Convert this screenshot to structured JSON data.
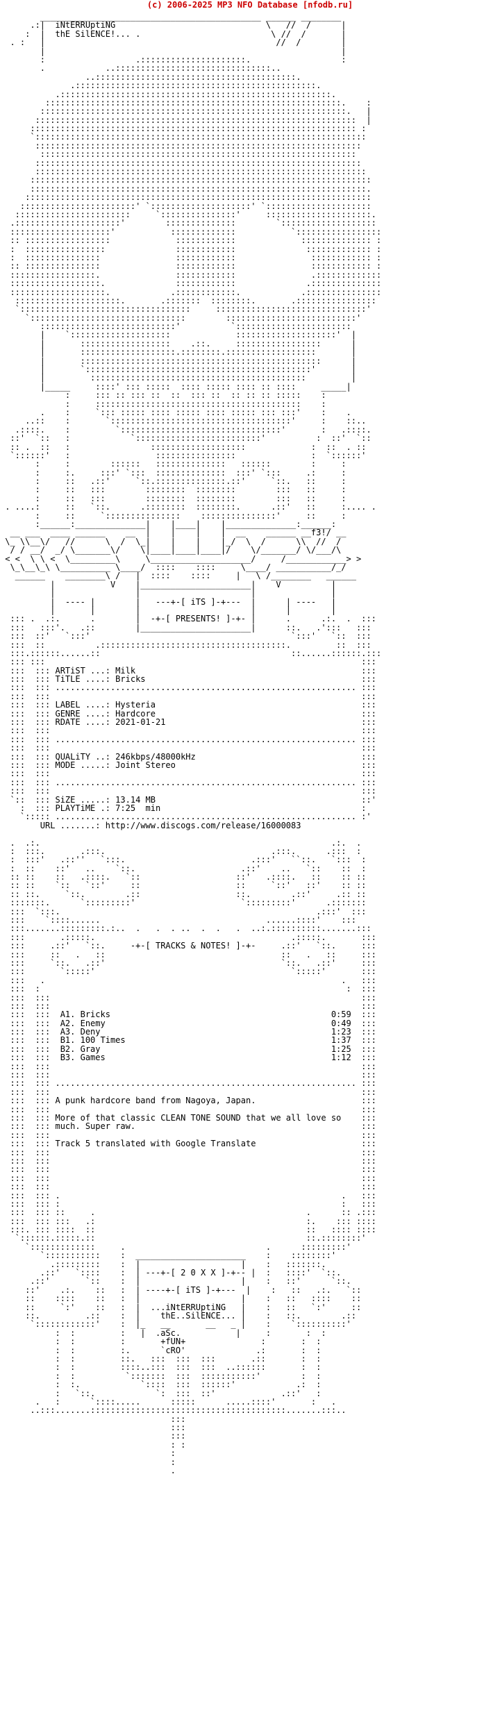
{
  "banner": "(c) 2006-2025 MP3 NFO Database [nfodb.ru]",
  "nfo_lines": [
    "        ____________________________________________ ______ ________",
    "      .:|  iNtERRUptiNG                              \\   //  /      |",
    "     :  |  thE SilENCE!... .                          \\ //  /       |",
    "  . :   |                                              //  /        |",
    "        |                                                           |",
    "        :                  .:::::::::::::::::::::.                  :",
    "        .            ..:::::::::::::::::::::::::::::::..",
    "                 ..::::::::::::::::::::::::::::::::::::::::.",
    "              .::::::::::::::::::::::::::::::::::::::::::::::::.",
    "           .::::::::::::::::::::::::::::::::::::::::::::::::::::::.",
    "         :::::::::::::::::::::::::::::::::::::::::::::::::::::::::::.    :",
    "        :::::::::::::::::::::::::::::::::::::::::::::::::::::::::::::.   |",
    "       ::::::::::::::::::::::::::::::::::::::::::::::::::::::::::::::::  |",
    "      ::::::::::::::::::::::::::::::::::::::::::::::::::::::::::::::::: :",
    "      `::::::::::::::::::::::::::::::::::::::::::::::::::::::::::::::::::",
    "       :::::::::::::::::::::::::::::::::::::::::::::::::::::::::::::::::",
    "        :::::::::::::::::::::::::::::::::::::::::::::::::::::::::::::::",
    "       :::::::::::::::::::::::::::::::::::::::::::::::::::::::::::::::::",
    "       ::::::::::::::::::::::::::::::::::::::::::::::::::::::::::::::::::",
    "      ::::::::::::::::::::::::::::::::::::::::::::::::::::::::::::::::::::",
    "      :::::::::::::::::::::::::::::::::::::::::::::::::::::::::::::::::::.",
    "     :::::::::::::::::::::::::::::::::::::::::::::::::::::::::::::::::::::",
    "    :::::::::::::::::::::::' `::::::::::::::::::::' `:::::::::::::::::::::",
    "   :::::::::::::::::::::::     `:::::::::::::::'     :::::::::::::::::::::.",
    "  .:::::::::::::::::::::'        ::::::::::::::        `:::::::::::::::::::",
    "  ::::::::::::::::::::'           :::::::::::::           `:::::::::::::::::",
    "  :: :::::::::::::::::             ::::::::::::             :::::::::::::: :",
    "  :  ::::::::::::::::              ::::::::::::              ::::::::::::: :",
    "  :  :::::::::::::::               ::::::::::::               :::::::::::: :",
    "  :: :::::::::::::::               ::::::::::::               :::::::::::: :",
    "  :::::::::::::::::.               ::::::::::::               .:::::::::::::",
    "  ::::::::::::::::::.              ::::::::::::              .::::::::::::::",
    "  :::::::::::::::::::.            .::::::::::::.            .:::::::::::::::",
    "   :::::::::::::::::::::.       .:::::::  ::::::::.       .::::::::::::::::",
    "   `::::::::::::::::::::::::::::::::::     ::::::::::::::::::::::::::::::'",
    "     `:::::::::::::::::::::::::::::::        ::::::::::::::::::::::::::'",
    "        :::::::::::::::::::::::::::'          `:::::::::::::::::::::::",
    "        |    `::::::::::::::::::::             ::::::::::::::::::::'  |",
    "        |       ::::::::::::::::::    .::.     :::::::::::::::::      |",
    "        |       :::::::::::::::::::.::::::::.::::::::::::::::::       |",
    "        |       ::::::::::::::::::::::::::::::::::::::::::::::::      |",
    "        |       `:::::::::::::::::::::::::::::::::::::::::::::'       |",
    "        |         :::::::::::::::::::::::::::::::::::::::::::         |",
    "        |_____     ::::' ::: :::::  :::: ::::: :::: :: ::::     _____|",
    "             :     ::: :: ::: ::  ::  ::: ::  :: :: :: :::::    :",
    "             :     :::::::::::::::::::::::::::::::::::::::::    :",
    "        .    :     `::: ::::: :::: ::::: :::: ::::: ::: :::'    :    .",
    "     ..::    :       `::::::::::::::::::::::::::::::::::::'     :    ::..",
    "   .::::.    :         `::::::::::::::::::::::::::::::::'       :   .::::.",
    "  ::'  `::   :            `:::::::::::::::::::::::::'          :  ::'  `::",
    "  :: .  ::   :                :::::::::::::::::::             :  ::  . ::",
    "  `::::::'   :                 ::::::::::::::::               :  `::::::'",
    "       :     :        ::::::   ::::::::::::::   ::::::        :     :",
    "       :     :.     :::' `:::  ::::::::::::::  :::' `:::     .:     :",
    "       :     ::   .::'     `::.::::::::::::::.::'     `::.   ::     :",
    "       :     ::   :::        ::::::::  ::::::::        :::   ::     :",
    "       :     ::   :::        ::::::::  ::::::::        :::   ::     :",
    " . ....:     ::   `::.      .::::::::  ::::::::.      .::'   ::     :.... .",
    "       :     ::     `:::::::::::::::    :::::::::::::::'     ::     :",
    "       :______:______________|    |____|    |______________:______:",
    "  __ ___  ____ ______    __  |    |    |    |  __    ______ __f3!/ __",
    " \\_ \\\\__\\/   //      \\  /  \\_|    |    |    |_/  \\  /      \\\\  //  /",
    "  / / __/  _/ \\_______\\/    \\|____|____|____|/    \\/_______/ \\/___/\\",
    " < <  \\ \\ <  \\_________\\     \\____________________/     /____________> >",
    "  \\_\\__\\_\\ \\__________ \\____/  ::::    ::::     \\____/ ___________/_/",
    "   ______    ________\\ /   |  ::::    ::::     |   \\ /________   ______",
    "          |           V    |______________________|    V          |",
    "          |                |                      |               |",
    "          |  ---- |        |   ---+-[ iTS ]-+---  |      | ----   |",
    "          |       |        |                      |      |        |",
    "  ::: .  .:.      .        |  -+-[ PRESENTS! ]-+- |      .      .:.  .  :::",
    "  :::   :::'.   .::        |______________________|      ::.   .':::   :::",
    "  :::  ::'   `:::'                                        `:::'   `::  :::",
    "  :::  ::          .:::::::::::::::::::::::::::::::::::::.         ::  :::",
    "  :::.::::::......::                                      ::......::::::.:::",
    "  ::: :::                                                               :::",
    "  :::  ::: ARTiST ...: Milk                                             :::",
    "  :::  ::: TiTLE ....: Bricks                                           :::",
    "  :::  ::: ............................................................ :::",
    "  :::  :::                                                              :::",
    "  :::  ::: LABEL ....: Hysteria                                         :::",
    "  :::  ::: GENRE ....: Hardcore                                         :::",
    "  :::  ::: RDATE ....: 2021-01-21                                       :::",
    "  :::  :::                                                              :::",
    "  :::  ::: ............................................................ :::",
    "  :::  :::                                                              :::",
    "  :::  ::: QUALiTY ..: 246kbps/48000kHz                                 :::",
    "  :::  ::: MODE .....: Joint Stereo                                     :::",
    "  :::  :::                                                              :::",
    "  :::  ::: ............................................................ :::",
    "  :::  :::                                                              :::",
    "  `::  ::: SiZE .....: 13.14 MB                                         ::'",
    "    :  ::: PLAYTiME .: 7:25  min                                        :",
    "    `::::: ............................................................ :'",
    "        URL .......: http://www.discogs.com/release/16000083",
    "",
    "  .  .:.                                                          .:.  .",
    "  :  :::.       .:::.                                 .:::.      .:::  :",
    "  :  :::'   .::''   `:::.                         .:::'   ``::.   `:::  :",
    "  :  ::    ::'   ..    `::.                     .::'    ..   `::    ::  :",
    "  :: ::    ::   .::::.   `::                   ::'   .::::.   ::    :: ::",
    "  :: ::    `::   `::'     ::                   ::     `::'   ::'    :: ::",
    "  :: ::.     `::.        .::                   ::.        .::'     .:: ::",
    "  :::::::.      `:::::::::'                     `:::::::::'      .:::::::",
    "  :::  `:::.                                                   .:::'  :::",
    "  :::    `::::......                                 ......::::'    :::",
    "  :::.......:::::::::.:..  .   .  . ..  .  .   .  ..:.::::::::::.......:::",
    "  :::       .:::::.                                       .:::::.       :::",
    "  :::     .::'   `::.     -+-[ TRACKS & NOTES! ]-+-     .::'   `::.     :::",
    "  :::     ::   .   ::                                   ::   .   ::     :::",
    "  :::     `::.   .::'                                   `::.   .::'     :::",
    "  :::       `:::::'                                       `:::::'       :::",
    "  :::   .                                                           .   :::",
    "  :::  :                                                             :  :::",
    "  :::  :::                                                              :::",
    "  :::  :::                                                              :::",
    "  :::  :::  A1. Bricks                                            0:59  :::",
    "  :::  :::  A2. Enemy                                             0:49  :::",
    "  :::  :::  A3. Deny                                              1:23  :::",
    "  :::  :::  B1. 100 Times                                         1:37  :::",
    "  :::  :::  B2. Gray                                              1:25  :::",
    "  :::  :::  B3. Games                                             1:12  :::",
    "  :::  :::                                                              :::",
    "  :::  :::                                                              :::",
    "  :::  ::: ............................................................ :::",
    "  :::  :::                                                              :::",
    "  :::  ::: A punk hardcore band from Nagoya, Japan.                     :::",
    "  :::  :::                                                              :::",
    "  :::  ::: More of that classic CLEAN TONE SOUND that we all love so    :::",
    "  :::  ::: much. Super raw.                                             :::",
    "  :::  :::                                                              :::",
    "  :::  ::: Track 5 translated with Google Translate                     :::",
    "  :::  :::                                                              :::",
    "  :::  :::                                                              :::",
    "  :::  :::                                                              :::",
    "  :::  :::                                                              :::",
    "  :::  :::                                                              :::",
    "  :::  ::: .                                                        .   :::",
    "  :::  ::: :                                                        :   :::",
    "  :::  ::: ::     .                                          .      :: .:::",
    "  :::  ::: :::   .:                                          :.    ::: ::::",
    "  :::. ::: ::::  ::                                          ::   :::: ::::",
    "   `::::::.:::::.::                                          ::.::::::::'",
    "     `:::::::::::::     .                            .      :::::::::'",
    "        `:::::::::::    :  ______________________    :    ::::::::'",
    "          .:::::::::    :  |                    |    :   :::::::.",
    "        .::'   `::::    :  | ---+-[ 2 0 X X ]-+-- |  :   ::::'  `::.",
    "      .::'       `::    :  |                    |    :   ::'      `::.",
    "     ::'    .:.    ::   :  | ----+-[ iTS ]-+---  |    :   ::   .:.   `::",
    "     ::    ::::    ::   :  |                    |    :   ::   ::::    ::",
    "     ::     `:'    ::   :  |  ...iNtERRUptiNG   |    :   ::   `:'     ::",
    "     ::.         .::    :  |    thE..SilENCE... |    :   ::.        .::",
    "      `::::::::::::'    :  |_   __       __   _ |    :    `::::::::::'",
    "           :  :         :   |  .aSc.           |     :       :  :",
    "           :  :         :       +fUN+               :       :  :",
    "           :  :         :.      `cRO'              .:       :  :",
    "           :  :         ::.   :::  :::  :::       .::       :  :",
    "           :  :         ::::..:::  :::  :::  ..::::::       :  :",
    "           :  :          `:::::::  :::  :::::::::::'        :  :",
    "           :  :.            `::::  :::  ::::::'            .:  :",
    "           :   `::.            `:  :::  ::'             .::'   :",
    "       .   :      `::::.....      :::::      .....::::'       :   .",
    "      ..:::.......:::::::::::::::::::::::::::::::::::::::.......:::..",
    "                                  :::",
    "                                  :::",
    "                                  :::",
    "                                  : :",
    "                                  :",
    "                                  :",
    "                                  ."
  ]
}
